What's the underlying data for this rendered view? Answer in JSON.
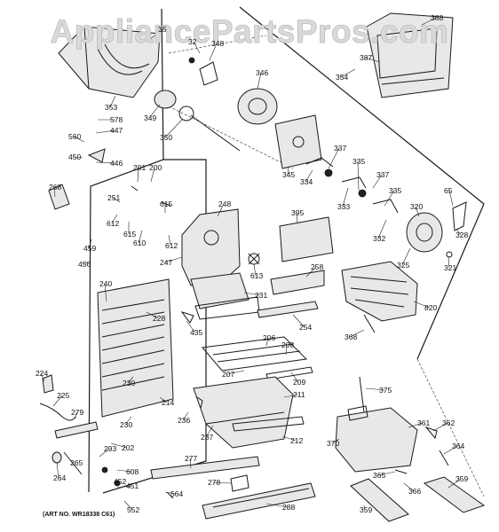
{
  "watermark": "AppliancePartsPros.com",
  "art_number": "(ART NO. WR18338 C61)",
  "callouts": [
    {
      "id": "c32",
      "text": "32"
    },
    {
      "id": "c35",
      "text": "35"
    },
    {
      "id": "c348",
      "text": "348"
    },
    {
      "id": "c388",
      "text": "388"
    },
    {
      "id": "c387",
      "text": "387"
    },
    {
      "id": "c354",
      "text": "354"
    },
    {
      "id": "c346",
      "text": "346"
    },
    {
      "id": "c353",
      "text": "353"
    },
    {
      "id": "c349",
      "text": "349"
    },
    {
      "id": "c350",
      "text": "350"
    },
    {
      "id": "c578",
      "text": "578"
    },
    {
      "id": "c447",
      "text": "447"
    },
    {
      "id": "c560",
      "text": "560"
    },
    {
      "id": "c450",
      "text": "450"
    },
    {
      "id": "c446",
      "text": "446"
    },
    {
      "id": "c345",
      "text": "345"
    },
    {
      "id": "c334",
      "text": "334"
    },
    {
      "id": "c337a",
      "text": "337"
    },
    {
      "id": "c335a",
      "text": "335"
    },
    {
      "id": "c337b",
      "text": "337"
    },
    {
      "id": "c335b",
      "text": "335"
    },
    {
      "id": "c333",
      "text": "333"
    },
    {
      "id": "c201",
      "text": "201"
    },
    {
      "id": "c200",
      "text": "200"
    },
    {
      "id": "c268",
      "text": "268"
    },
    {
      "id": "c251",
      "text": "251"
    },
    {
      "id": "c615a",
      "text": "615"
    },
    {
      "id": "c248",
      "text": "248"
    },
    {
      "id": "c395",
      "text": "395"
    },
    {
      "id": "c65",
      "text": "65"
    },
    {
      "id": "c320",
      "text": "320"
    },
    {
      "id": "c328",
      "text": "328"
    },
    {
      "id": "c332",
      "text": "332"
    },
    {
      "id": "c612a",
      "text": "612"
    },
    {
      "id": "c615b",
      "text": "615"
    },
    {
      "id": "c459",
      "text": "459"
    },
    {
      "id": "c610",
      "text": "610"
    },
    {
      "id": "c612b",
      "text": "612"
    },
    {
      "id": "c325",
      "text": "325"
    },
    {
      "id": "c321",
      "text": "321"
    },
    {
      "id": "c247",
      "text": "247"
    },
    {
      "id": "c258",
      "text": "258"
    },
    {
      "id": "c456",
      "text": "456"
    },
    {
      "id": "c613",
      "text": "613"
    },
    {
      "id": "c240",
      "text": "240"
    },
    {
      "id": "c231",
      "text": "231"
    },
    {
      "id": "c820",
      "text": "820"
    },
    {
      "id": "c228",
      "text": "228"
    },
    {
      "id": "c254",
      "text": "254"
    },
    {
      "id": "c435",
      "text": "435"
    },
    {
      "id": "c368",
      "text": "368"
    },
    {
      "id": "c206",
      "text": "206"
    },
    {
      "id": "c208",
      "text": "208"
    },
    {
      "id": "c224",
      "text": "224"
    },
    {
      "id": "c207",
      "text": "207"
    },
    {
      "id": "c209",
      "text": "209"
    },
    {
      "id": "c230a",
      "text": "230"
    },
    {
      "id": "c375",
      "text": "375"
    },
    {
      "id": "c225",
      "text": "225"
    },
    {
      "id": "c211",
      "text": "211"
    },
    {
      "id": "c214",
      "text": "214"
    },
    {
      "id": "c279",
      "text": "279"
    },
    {
      "id": "c236",
      "text": "236"
    },
    {
      "id": "c230b",
      "text": "230"
    },
    {
      "id": "c361",
      "text": "361"
    },
    {
      "id": "c362",
      "text": "362"
    },
    {
      "id": "c237",
      "text": "237"
    },
    {
      "id": "c370",
      "text": "370"
    },
    {
      "id": "c202",
      "text": "202"
    },
    {
      "id": "c293",
      "text": "293"
    },
    {
      "id": "c212",
      "text": "212"
    },
    {
      "id": "c265",
      "text": "265"
    },
    {
      "id": "c364",
      "text": "364"
    },
    {
      "id": "c277",
      "text": "277"
    },
    {
      "id": "c264",
      "text": "264"
    },
    {
      "id": "c608",
      "text": "608"
    },
    {
      "id": "c365",
      "text": "365"
    },
    {
      "id": "c359a",
      "text": "359"
    },
    {
      "id": "c452",
      "text": "452"
    },
    {
      "id": "c451",
      "text": "451"
    },
    {
      "id": "c564",
      "text": "564"
    },
    {
      "id": "c278",
      "text": "278"
    },
    {
      "id": "c366",
      "text": "366"
    },
    {
      "id": "c552",
      "text": "552"
    },
    {
      "id": "c288",
      "text": "288"
    },
    {
      "id": "c359b",
      "text": "359"
    }
  ]
}
